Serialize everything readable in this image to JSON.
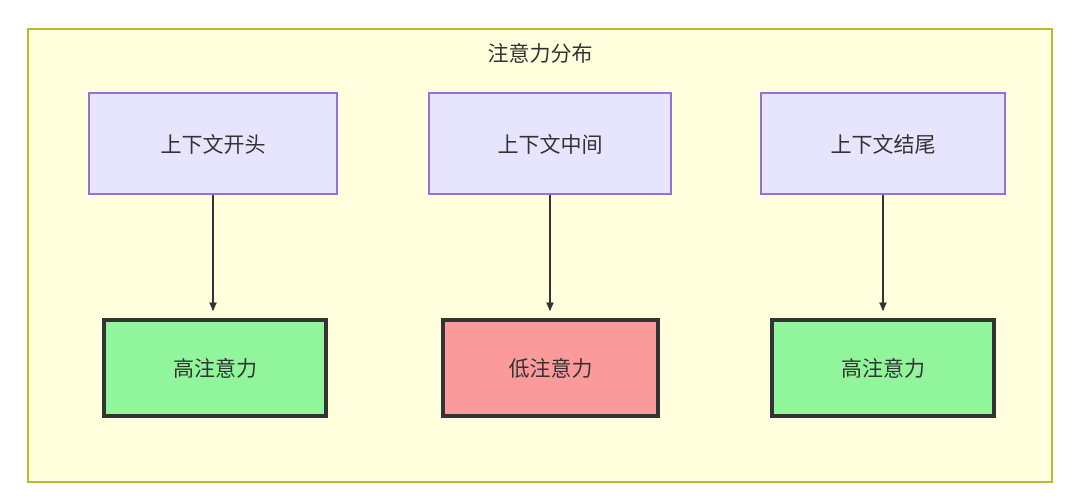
{
  "diagram": {
    "title": "注意力分布",
    "background_color": "#ffffdd",
    "border_color": "#bbbb33",
    "nodes": {
      "context": [
        {
          "id": "ctx-start",
          "label": "上下文开头",
          "fill": "#e7e4fd",
          "stroke": "#9370db"
        },
        {
          "id": "ctx-middle",
          "label": "上下文中间",
          "fill": "#e7e4fd",
          "stroke": "#9370db"
        },
        {
          "id": "ctx-end",
          "label": "上下文结尾",
          "fill": "#e7e4fd",
          "stroke": "#9370db"
        }
      ],
      "attention": [
        {
          "id": "attn-start",
          "label": "高注意力",
          "fill": "#90f59b",
          "stroke": "#333333"
        },
        {
          "id": "attn-middle",
          "label": "低注意力",
          "fill": "#fb9a9a",
          "stroke": "#333333"
        },
        {
          "id": "attn-end",
          "label": "高注意力",
          "fill": "#90f59b",
          "stroke": "#333333"
        }
      ]
    },
    "edges": [
      {
        "from": "ctx-start",
        "to": "attn-start",
        "label": ""
      },
      {
        "from": "ctx-middle",
        "to": "attn-middle",
        "label": ""
      },
      {
        "from": "ctx-end",
        "to": "attn-end",
        "label": ""
      }
    ],
    "edge_color": "#333333"
  }
}
